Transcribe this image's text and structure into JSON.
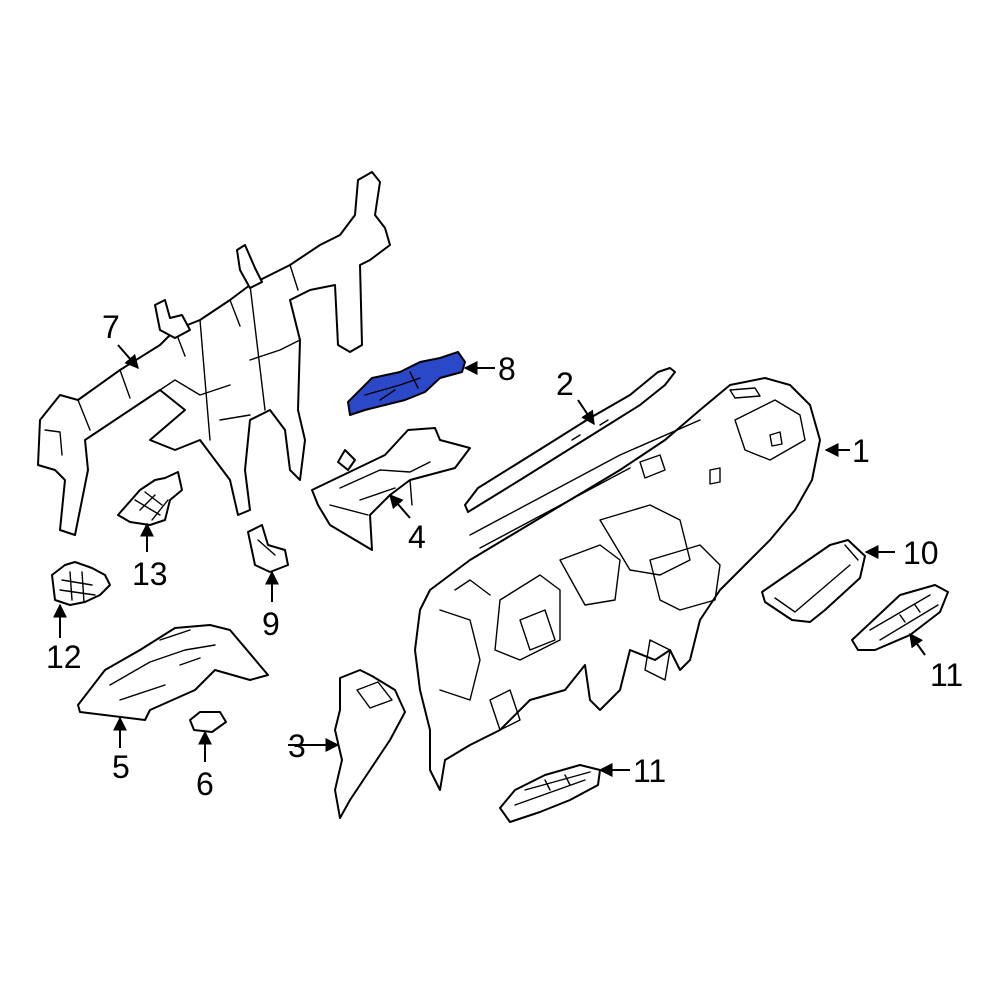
{
  "diagram": {
    "highlight_color": "#2a48c8",
    "highlighted_callout": "8",
    "callouts": {
      "c1": "1",
      "c2": "2",
      "c3": "3",
      "c4": "4",
      "c5": "5",
      "c6": "6",
      "c7": "7",
      "c8": "8",
      "c9": "9",
      "c10": "10",
      "c11a": "11",
      "c11b": "11",
      "c12": "12",
      "c13": "13"
    }
  }
}
